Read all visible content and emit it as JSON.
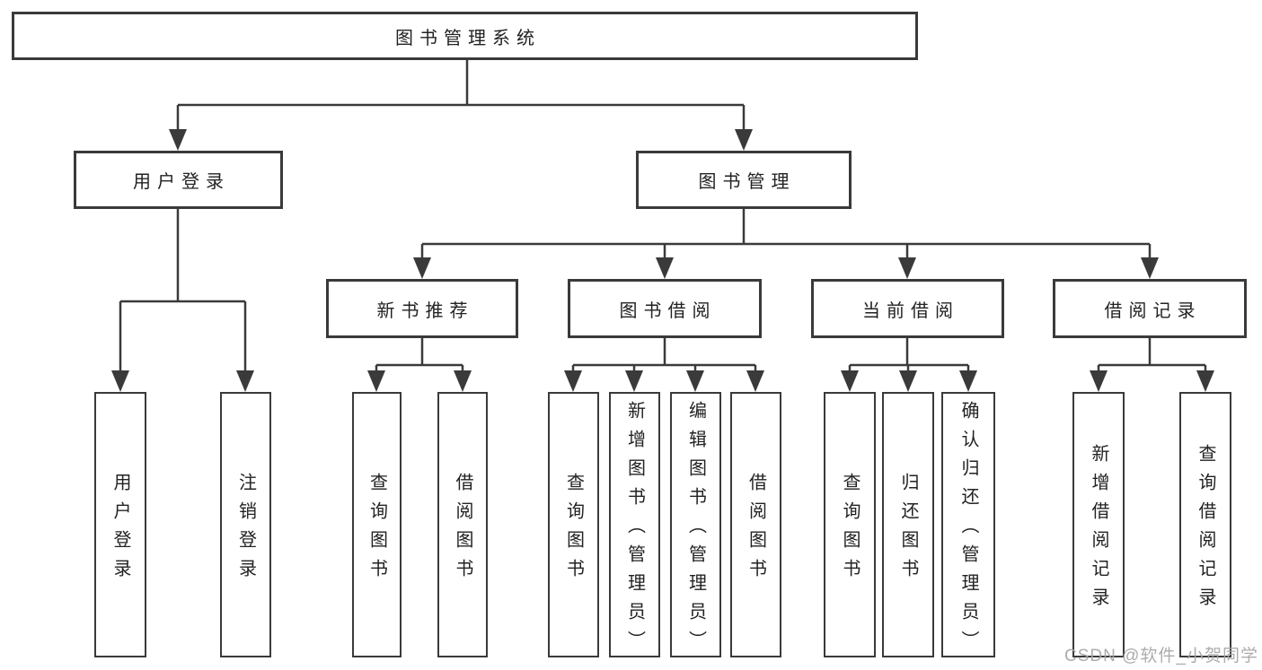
{
  "tree": {
    "root": {
      "label": "图书管理系统"
    },
    "branches": [
      {
        "label": "用户登录",
        "children": [
          {
            "label": "用户登录"
          },
          {
            "label": "注销登录"
          }
        ]
      },
      {
        "label": "图书管理",
        "children": [
          {
            "label": "新书推荐",
            "children": [
              {
                "label": "查询图书"
              },
              {
                "label": "借阅图书"
              }
            ]
          },
          {
            "label": "图书借阅",
            "children": [
              {
                "label": "查询图书"
              },
              {
                "label": "新增图书（管理员）"
              },
              {
                "label": "编辑图书（管理员）"
              },
              {
                "label": "借阅图书"
              }
            ]
          },
          {
            "label": "当前借阅",
            "children": [
              {
                "label": "查询图书"
              },
              {
                "label": "归还图书"
              },
              {
                "label": "确认归还（管理员）"
              }
            ]
          },
          {
            "label": "借阅记录",
            "children": [
              {
                "label": "新增借阅记录"
              },
              {
                "label": "查询借阅记录"
              }
            ]
          }
        ]
      }
    ]
  },
  "watermark": {
    "text": "CSDN @软件_小贺同学"
  },
  "colors": {
    "line": "#3a3a3a",
    "text": "#222222",
    "background": "#ffffff",
    "watermark": "#a6a6a6"
  }
}
